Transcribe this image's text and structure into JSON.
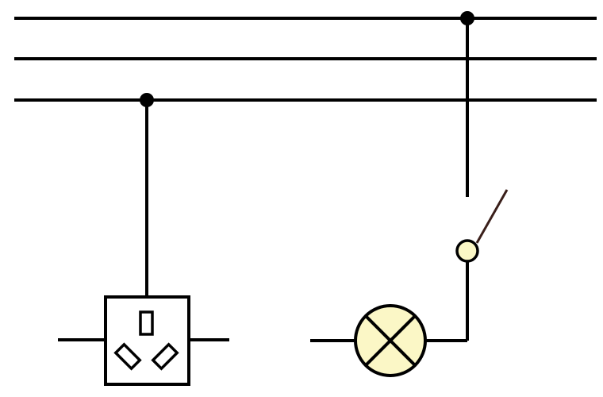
{
  "diagram": {
    "kind": "household wiring schematic",
    "wires": [
      {
        "id": "line-1"
      },
      {
        "id": "line-2"
      },
      {
        "id": "line-3"
      }
    ],
    "components": [
      {
        "id": "three-pin-socket",
        "symbol": "three-pin-socket-symbol",
        "connected_to": "line-3"
      },
      {
        "id": "single-pole-switch",
        "symbol": "open-switch-symbol",
        "connected_to": "line-1"
      },
      {
        "id": "lamp",
        "symbol": "lamp-cross-symbol",
        "connected_to": "single-pole-switch"
      }
    ],
    "colors": {
      "stroke": "#000000",
      "lamp_fill": "#fbf7c6",
      "switch_pivot_fill": "#fbf7c6",
      "switch_blade": "#3a1f1a",
      "background": "#ffffff"
    }
  }
}
